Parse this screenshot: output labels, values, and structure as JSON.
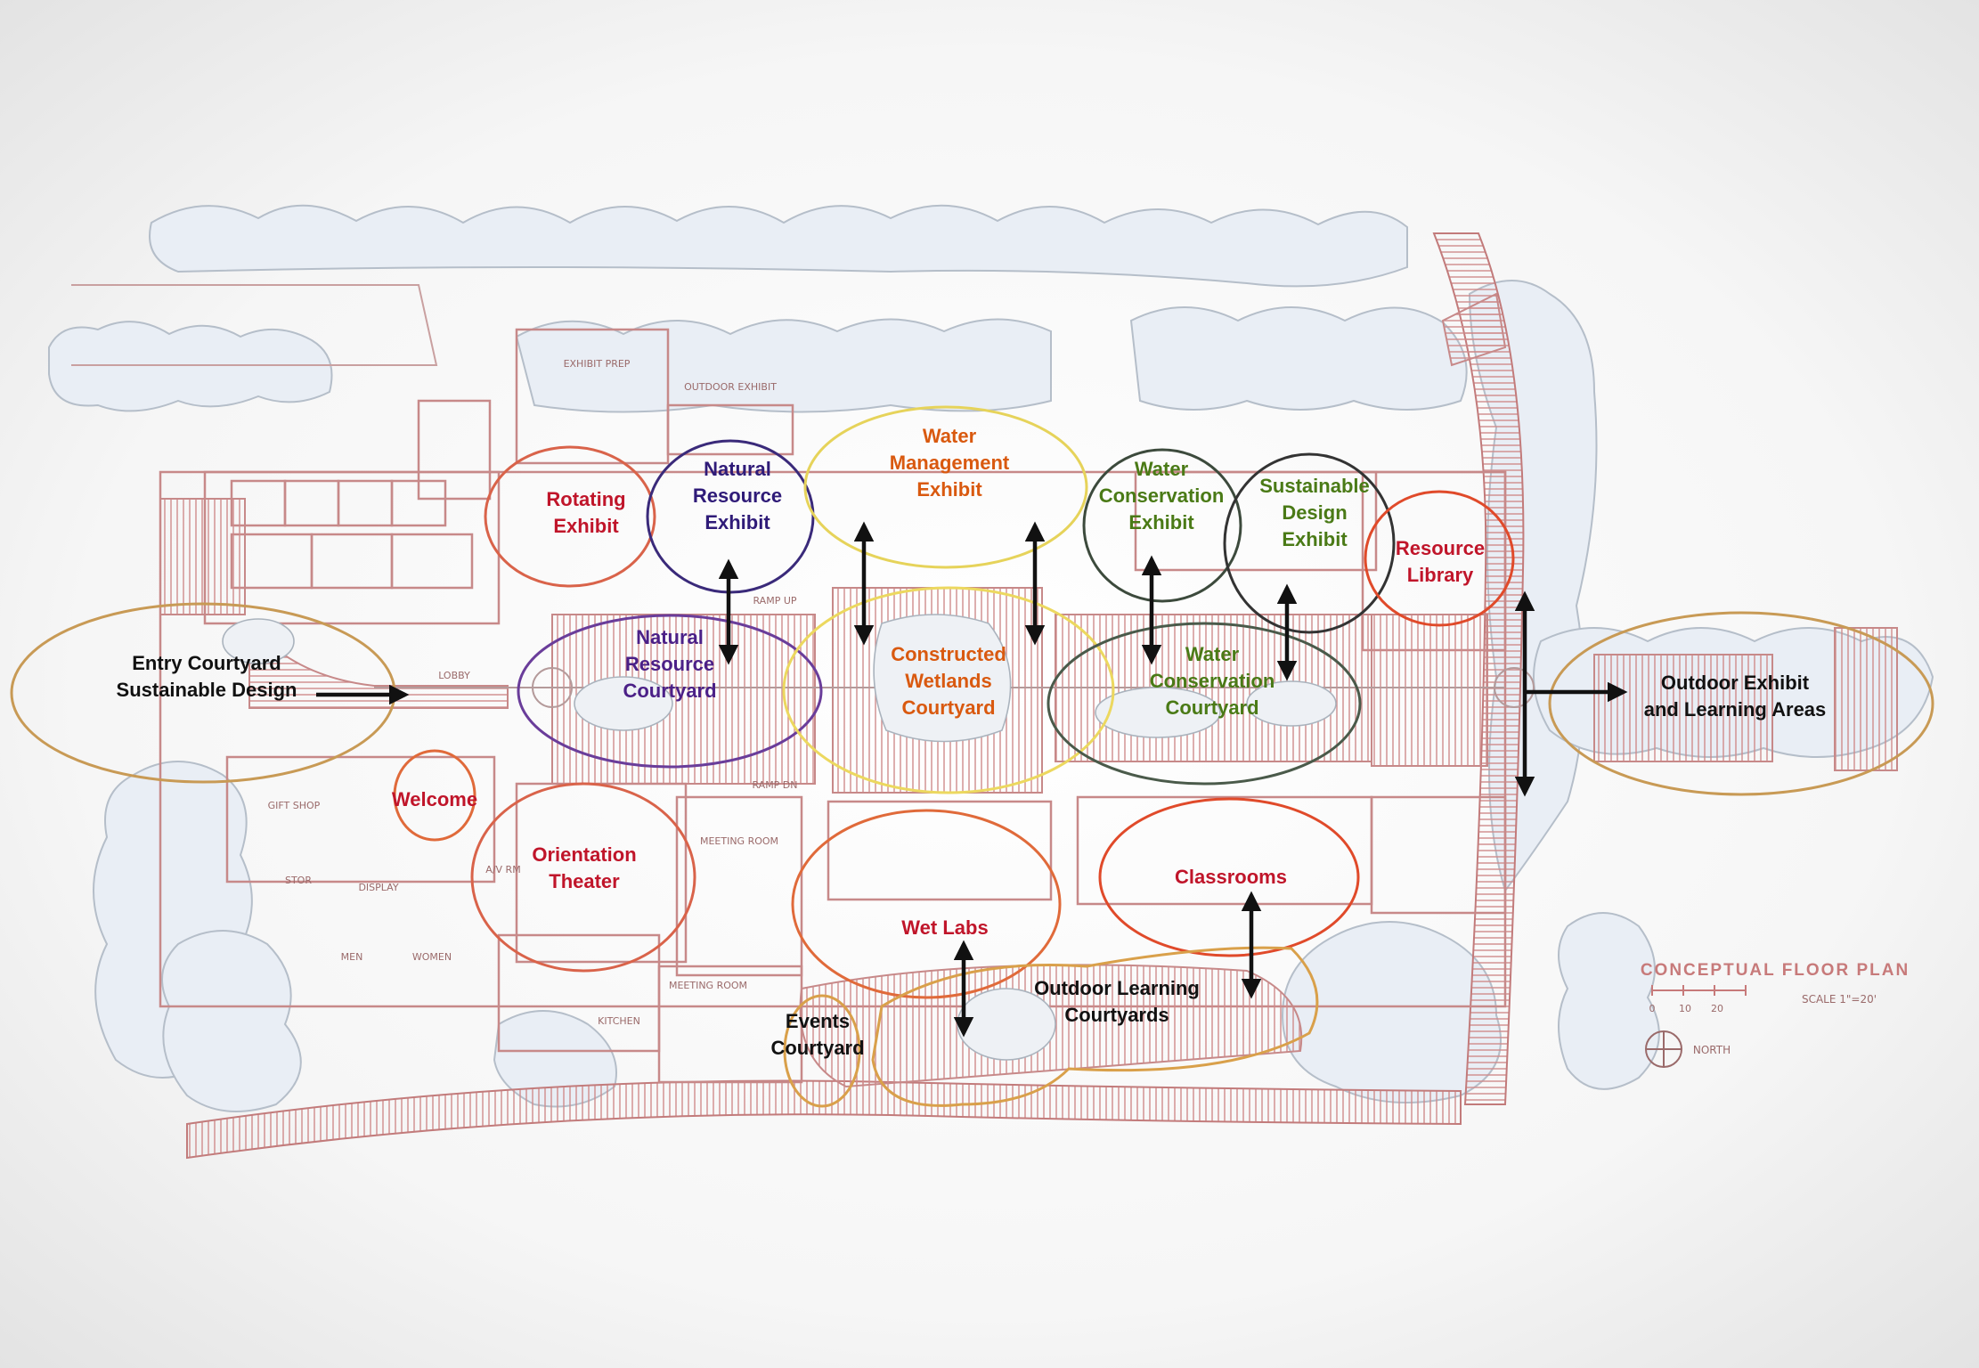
{
  "title": "CONCEPTUAL FLOOR PLAN",
  "scale_note": "SCALE 1\"=20'",
  "north_label": "NORTH",
  "scale_ticks": [
    "0",
    "10",
    "20"
  ],
  "room_notes": {
    "exhibit_prep": "EXHIBIT PREP",
    "outdoor_exhibit": "OUTDOOR EXHIBIT",
    "lobby": "LOBBY",
    "gift_shop": "GIFT SHOP",
    "meeting_room_a": "MEETING ROOM",
    "meeting_room_b": "MEETING ROOM",
    "men": "MEN",
    "women": "WOMEN",
    "kitchen": "KITCHEN",
    "storage": "STOR",
    "ramp_up": "RAMP UP",
    "ramp_dn": "RAMP DN",
    "av_rm": "A/V RM",
    "display": "DISPLAY"
  },
  "colors": {
    "red": "#c0152a",
    "purple": "#4b2087",
    "orange": "#d9590f",
    "green": "#4a7a16",
    "black": "#111111",
    "sketch": "#c98a8a"
  },
  "zones": [
    {
      "id": "rotating-exhibit",
      "lines": [
        "Rotating",
        "Exhibit"
      ],
      "color": "#c0152a"
    },
    {
      "id": "natural-resource-exhibit",
      "lines": [
        "Natural",
        "Resource",
        "Exhibit"
      ],
      "color": "#2f1b78"
    },
    {
      "id": "water-management-exhibit",
      "lines": [
        "Water",
        "Management",
        "Exhibit"
      ],
      "color": "#d9590f"
    },
    {
      "id": "water-conservation-exhibit",
      "lines": [
        "Water",
        "Conservation",
        "Exhibit"
      ],
      "color": "#4a7a16"
    },
    {
      "id": "sustainable-design-exhibit",
      "lines": [
        "Sustainable",
        "Design",
        "Exhibit"
      ],
      "color": "#4a7a16"
    },
    {
      "id": "resource-library",
      "lines": [
        "Resource",
        "Library"
      ],
      "color": "#c0152a"
    },
    {
      "id": "entry-courtyard",
      "lines": [
        "Entry Courtyard",
        "Sustainable Design"
      ],
      "color": "#111111"
    },
    {
      "id": "natural-resource-courtyard",
      "lines": [
        "Natural",
        "Resource",
        "Courtyard"
      ],
      "color": "#4b2087"
    },
    {
      "id": "constructed-wetlands-courtyard",
      "lines": [
        "Constructed",
        "Wetlands",
        "Courtyard"
      ],
      "color": "#d9590f"
    },
    {
      "id": "water-conservation-courtyard",
      "lines": [
        "Water",
        "Conservation",
        "Courtyard"
      ],
      "color": "#4a7a16"
    },
    {
      "id": "outdoor-exhibit-learning",
      "lines": [
        "Outdoor Exhibit",
        "and Learning Areas"
      ],
      "color": "#111111"
    },
    {
      "id": "welcome",
      "lines": [
        "Welcome"
      ],
      "color": "#c0152a"
    },
    {
      "id": "orientation-theater",
      "lines": [
        "Orientation",
        "Theater"
      ],
      "color": "#c0152a"
    },
    {
      "id": "classrooms",
      "lines": [
        "Classrooms"
      ],
      "color": "#c0152a"
    },
    {
      "id": "wet-labs",
      "lines": [
        "Wet Labs"
      ],
      "color": "#c0152a"
    },
    {
      "id": "outdoor-learning-courtyards",
      "lines": [
        "Outdoor Learning",
        "Courtyards"
      ],
      "color": "#111111"
    },
    {
      "id": "events-courtyard",
      "lines": [
        "Events",
        "Courtyard"
      ],
      "color": "#111111"
    }
  ]
}
